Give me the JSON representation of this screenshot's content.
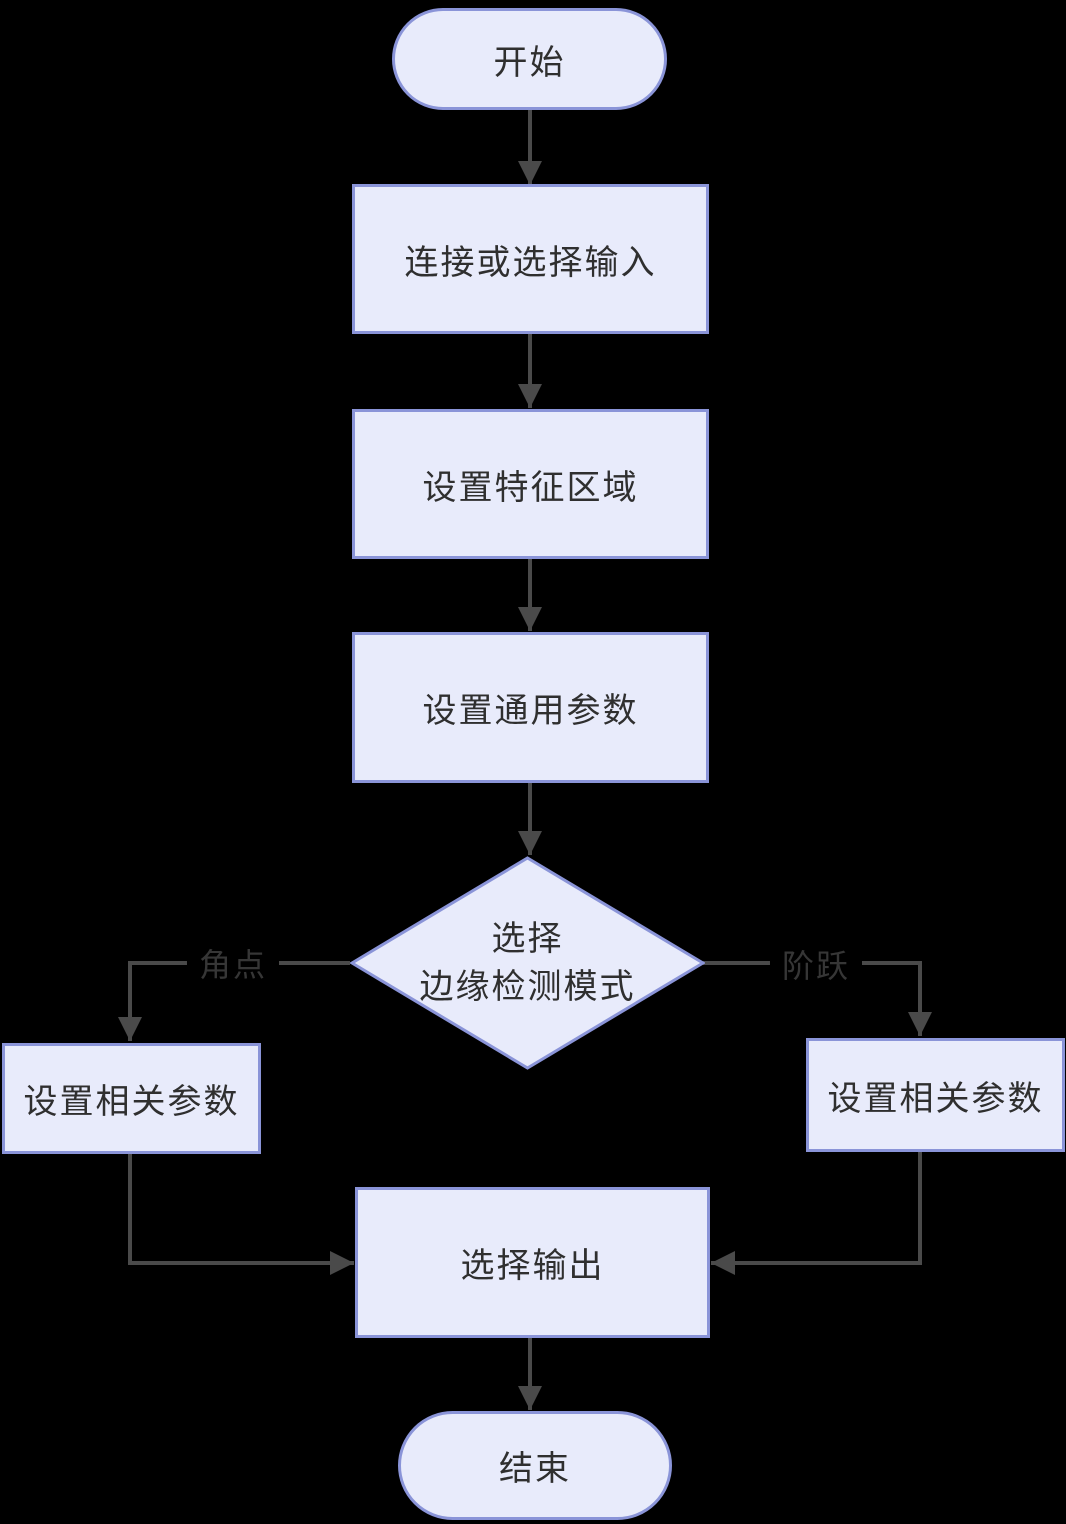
{
  "colors": {
    "background": "#000000",
    "node_fill": "#E8EBFB",
    "node_border": "#8A94D8",
    "edge_line": "#4A4A4A",
    "node_text": "#2F2F2F",
    "edge_label_text": "#363636"
  },
  "flowchart": {
    "start": {
      "label": "开始"
    },
    "connect_input": {
      "label": "连接或选择输入"
    },
    "set_feature_region": {
      "label": "设置特征区域"
    },
    "set_general_params": {
      "label": "设置通用参数"
    },
    "decision_edge_mode": {
      "line1": "选择",
      "line2": "边缘检测模式"
    },
    "branch_left": {
      "label": "角点"
    },
    "branch_right": {
      "label": "阶跃"
    },
    "set_related_params_left": {
      "label": "设置相关参数"
    },
    "set_related_params_right": {
      "label": "设置相关参数"
    },
    "select_output": {
      "label": "选择输出"
    },
    "end": {
      "label": "结束"
    }
  }
}
